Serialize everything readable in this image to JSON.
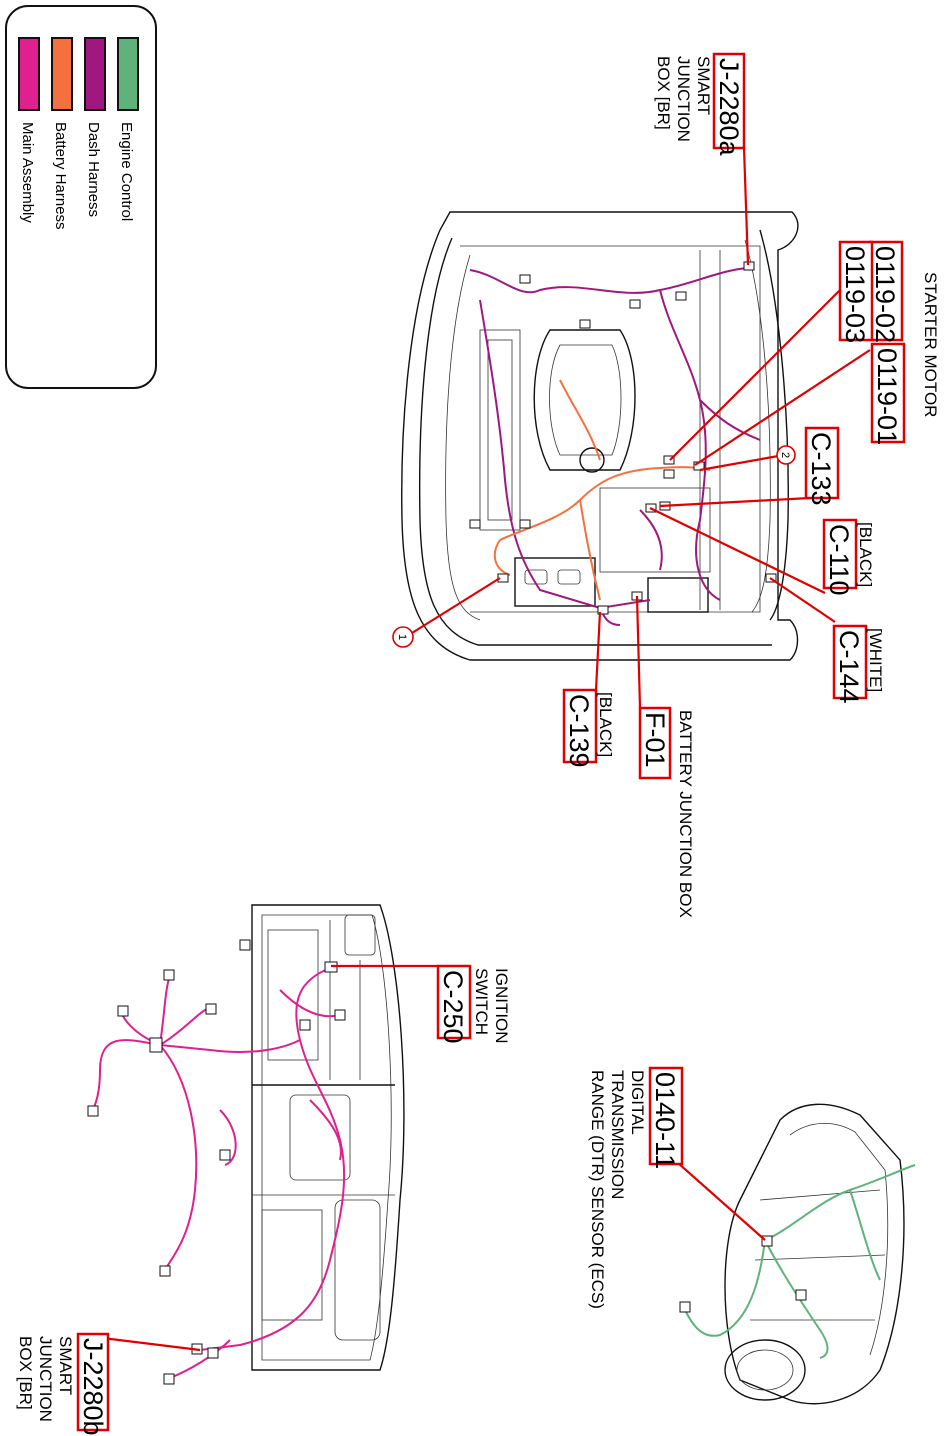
{
  "legend": {
    "items": [
      {
        "label": "Engine Control",
        "color": "#5fb37a"
      },
      {
        "label": "Dash Harness",
        "color": "#a0177f"
      },
      {
        "label": "Battery Harness",
        "color": "#f5703f"
      },
      {
        "label": "Main Assembly",
        "color": "#e0208f"
      }
    ]
  },
  "callouts": {
    "j2280a": {
      "code": "J-2280a",
      "desc": [
        "SMART",
        "JUNCTION",
        "BOX [BR]"
      ]
    },
    "starter_motor": {
      "desc": "STARTER MOTOR"
    },
    "c0119_02": {
      "code": "0119-02"
    },
    "c0119_03": {
      "code": "0119-03"
    },
    "c0119_01": {
      "code": "0119-01"
    },
    "c133": {
      "code": "C-133"
    },
    "c110": {
      "code": "C-110",
      "desc": "[BLACK]"
    },
    "c144": {
      "code": "C-144",
      "desc": "[WHITE]"
    },
    "f01": {
      "code": "F-01"
    },
    "battery_junction_box": {
      "desc": "BATTERY JUNCTION BOX"
    },
    "c139": {
      "code": "C-139",
      "desc": "[BLACK]"
    },
    "marker1": {
      "text": "1"
    },
    "marker2": {
      "text": "2"
    },
    "c250": {
      "code": "C-250",
      "desc": [
        "IGNITION",
        "SWITCH"
      ]
    },
    "c0140_11": {
      "code": "0140-11",
      "desc": [
        "DIGITAL",
        "TRANSMISSION",
        "RANGE (DTR) SENSOR (ECS)"
      ]
    },
    "j2280b": {
      "code": "J-2280b",
      "desc": [
        "SMART",
        "JUNCTION",
        "BOX [BR]"
      ]
    }
  }
}
